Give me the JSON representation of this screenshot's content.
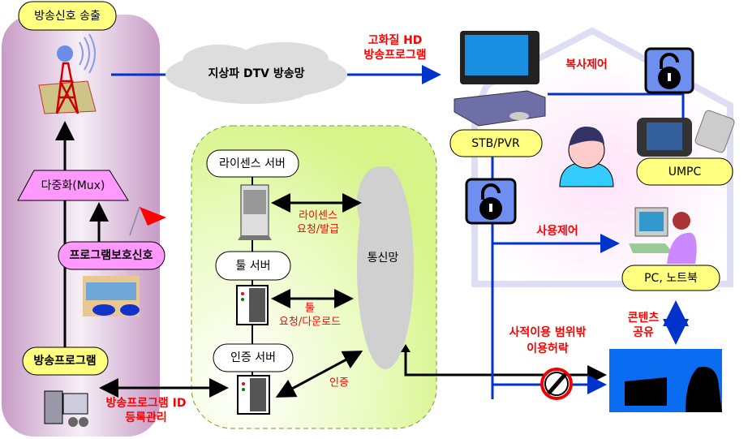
{
  "broadcast": {
    "title": "방송신호 송출",
    "mux": "다중화(Mux)",
    "protection_signal": "프로그램보호신호",
    "program": "방송프로그램",
    "id_management": [
      "방송프로그램 ID",
      "등록관리"
    ]
  },
  "network": {
    "dtv": "지상파 DTV 방송망",
    "hd_program": [
      "고화질 HD",
      "방송프로그램"
    ],
    "comm": "통신망"
  },
  "servers": {
    "license": "라이센스 서버",
    "license_req": [
      "라이센스",
      "요청/발급"
    ],
    "tool": "툴 서버",
    "tool_req": [
      "툴",
      "요청/다운로드"
    ],
    "auth": "인증 서버",
    "auth_req": "인증"
  },
  "home": {
    "stb": "STB/PVR",
    "copy_control": "복사제어",
    "umpc": "UMPC",
    "use_control": "사용제어",
    "pc": "PC, 노트북",
    "content_share": [
      "콘텐츠",
      "공유"
    ],
    "outside_use": [
      "사적이용 범위밖",
      "이용허락"
    ]
  },
  "colors": {
    "panel_purple": "#c79bc6",
    "panel_green": "#d8f58a",
    "pill_yellow": "#ffff80",
    "pill_pink": "#ff99ff",
    "line_blue": "#0033cc",
    "label_red": "#ff0000"
  }
}
